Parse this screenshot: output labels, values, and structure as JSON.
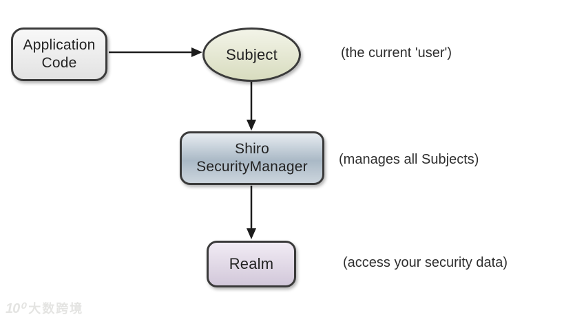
{
  "colors": {
    "background": "#ffffff",
    "node_border": "#3a3a3a",
    "node_text": "#222222",
    "annotation_text": "#2e2e2e",
    "arrow": "#1c1c1c",
    "app_code_fill_top": "#f8f8f8",
    "app_code_fill_bottom": "#e2e2e2",
    "subject_fill_top": "#f3f4e8",
    "subject_fill_bottom": "#d8dcbf",
    "security_manager_fill_top": "#e7ecf1",
    "security_manager_fill_mid": "#aab9c6",
    "security_manager_fill_bottom": "#ccd5dd",
    "realm_fill_top": "#f1ebf4",
    "realm_fill_bottom": "#d2c8da",
    "watermark": "#e4e4e2"
  },
  "nodes": {
    "application_code": {
      "label": "Application\nCode"
    },
    "subject": {
      "label": "Subject"
    },
    "security_manager": {
      "label": "Shiro\nSecurityManager"
    },
    "realm": {
      "label": "Realm"
    }
  },
  "annotations": {
    "subject_note": "(the current 'user')",
    "security_manager_note": "(manages all Subjects)",
    "realm_note": "(access your security data)"
  },
  "watermark": {
    "logo": "10⁰",
    "text": "大数跨境"
  }
}
